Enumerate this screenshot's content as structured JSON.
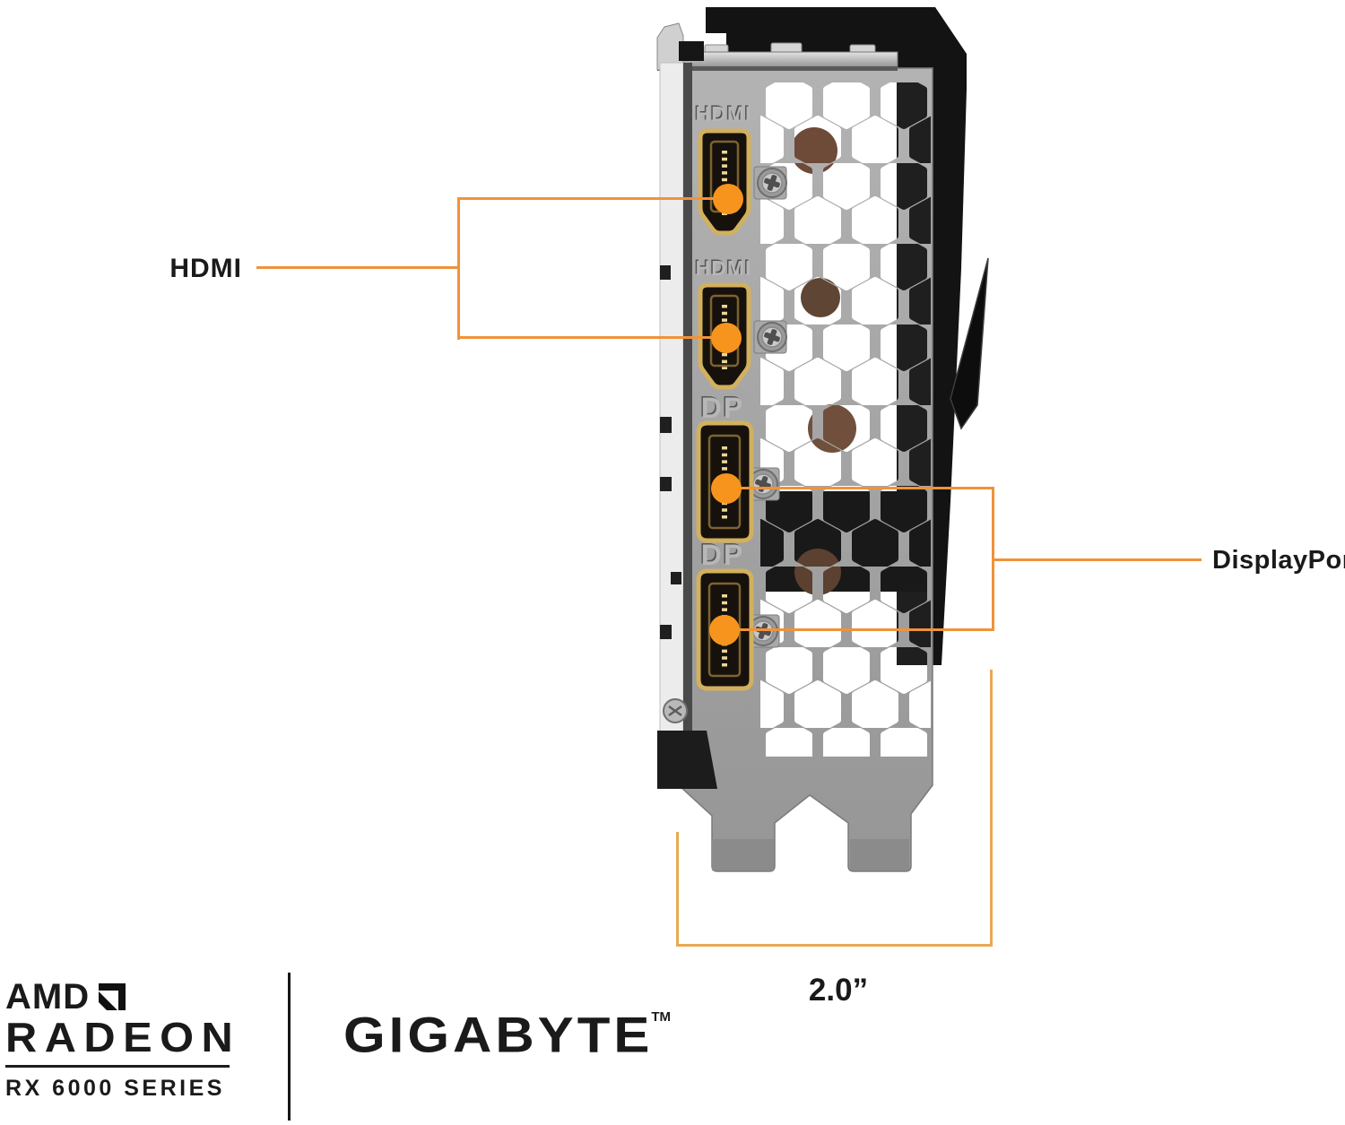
{
  "figure": {
    "type": "graphics-card-rear-io-diagram"
  },
  "callouts": {
    "hdmi": {
      "label": "HDMI"
    },
    "displayport": {
      "label": "DisplayPort"
    },
    "bracket_width": {
      "value": "2.0”"
    }
  },
  "card": {
    "ports": [
      {
        "id": "hdmi-1",
        "etched_label": "HDMI"
      },
      {
        "id": "hdmi-2",
        "etched_label": "HDMI"
      },
      {
        "id": "dp-1",
        "etched_label": "DP"
      },
      {
        "id": "dp-2",
        "etched_label": "DP"
      }
    ]
  },
  "branding": {
    "amd": {
      "name": "AMD",
      "wordmark": "RADEON",
      "series": "RX 6000 SERIES"
    },
    "gigabyte": {
      "wordmark": "GIGABYTE",
      "trademark": "TM"
    }
  },
  "colors": {
    "callout_orange": "#F7941D",
    "callout_line_orange": "#F0923B",
    "measure_line_orange": "#E8A953",
    "bracket_silver": "#A6A6A6",
    "shroud_black": "#141414",
    "port_gold": "#D2B05E",
    "label_black": "#1A1A1A"
  }
}
